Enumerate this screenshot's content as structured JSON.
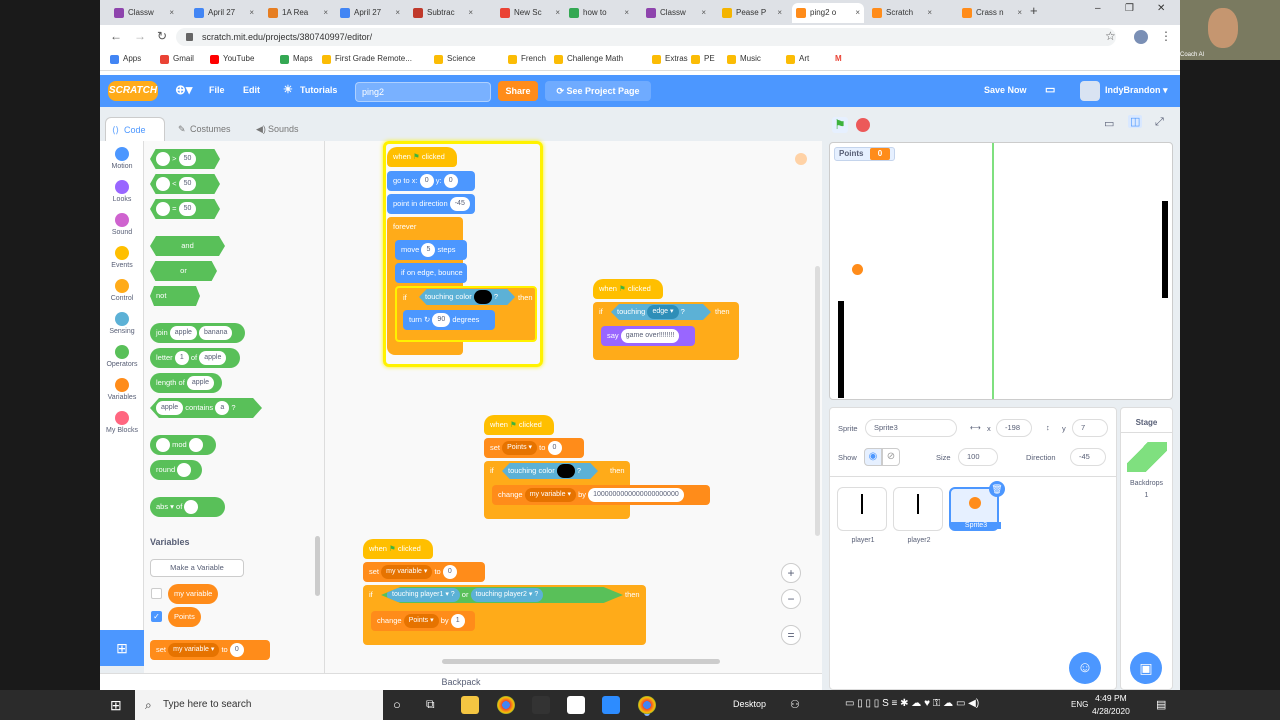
{
  "browser": {
    "tabs": [
      {
        "label": "Classw",
        "color": "#8e44ad"
      },
      {
        "label": "April 27",
        "color": "#4285f4"
      },
      {
        "label": "1A Rea",
        "color": "#e67e22"
      },
      {
        "label": "April 27",
        "color": "#4285f4"
      },
      {
        "label": "Subtrac",
        "color": "#c0392b"
      },
      {
        "label": "New Sc",
        "color": "#ea4335"
      },
      {
        "label": "how to",
        "color": "#34a853"
      },
      {
        "label": "Classw",
        "color": "#8e44ad"
      },
      {
        "label": "Pease P",
        "color": "#f4b400"
      },
      {
        "label": "ping2 o",
        "color": "#ff8c1a"
      },
      {
        "label": "Scratch",
        "color": "#ff8c1a"
      },
      {
        "label": "Crass n",
        "color": "#ff8c1a"
      }
    ],
    "url": "scratch.mit.edu/projects/380740997/editor/",
    "bookmarks": [
      {
        "label": "Apps",
        "color": "#4285f4"
      },
      {
        "label": "Gmail",
        "color": "#ea4335"
      },
      {
        "label": "YouTube",
        "color": "#ff0000"
      },
      {
        "label": "Maps",
        "color": "#34a853"
      },
      {
        "label": "First Grade Remote...",
        "color": "#fbbc05"
      },
      {
        "label": "Science",
        "color": "#fbbc05"
      },
      {
        "label": "French",
        "color": "#fbbc05"
      },
      {
        "label": "Challenge Math",
        "color": "#fbbc05"
      },
      {
        "label": "Extras",
        "color": "#fbbc05"
      },
      {
        "label": "PE",
        "color": "#fbbc05"
      },
      {
        "label": "Music",
        "color": "#fbbc05"
      },
      {
        "label": "Art",
        "color": "#fbbc05"
      }
    ]
  },
  "menubar": {
    "logo": "SCRATCH",
    "file": "File",
    "edit": "Edit",
    "tutorials": "Tutorials",
    "project_title": "ping2",
    "share": "Share",
    "see_project": "See Project Page",
    "save_now": "Save Now",
    "username": "IndyBrandon"
  },
  "editor_tabs": {
    "code": "Code",
    "costumes": "Costumes",
    "sounds": "Sounds"
  },
  "categories": [
    {
      "label": "Motion",
      "color": "#4c97ff"
    },
    {
      "label": "Looks",
      "color": "#9966ff"
    },
    {
      "label": "Sound",
      "color": "#cf63cf"
    },
    {
      "label": "Events",
      "color": "#ffbf00"
    },
    {
      "label": "Control",
      "color": "#ffab19"
    },
    {
      "label": "Sensing",
      "color": "#5cb1d6"
    },
    {
      "label": "Operators",
      "color": "#59c059"
    },
    {
      "label": "Variables",
      "color": "#ff8c1a"
    },
    {
      "label": "My Blocks",
      "color": "#ff6680"
    }
  ],
  "palette": {
    "gt": ">",
    "lt": "<",
    "eq": "=",
    "val50": "50",
    "and": "and",
    "or": "or",
    "not": "not",
    "join": "join",
    "apple": "apple",
    "banana": "banana",
    "letter": "letter",
    "one": "1",
    "of": "of",
    "length_of": "length of",
    "contains": "contains",
    "a": "a",
    "mod": "mod",
    "round": "round",
    "abs": "abs",
    "variables_heading": "Variables",
    "make_variable": "Make a Variable",
    "my_variable": "my variable",
    "points": "Points",
    "set": "set",
    "to": "to",
    "zero": "0"
  },
  "scripts": {
    "when": "when",
    "clicked": "clicked",
    "goto": "go to x:",
    "x0": "0",
    "y_lbl": "y:",
    "y0": "0",
    "point_dir": "point in direction",
    "dir_val": "-45",
    "forever": "forever",
    "move": "move",
    "steps_val": "5",
    "steps": "steps",
    "bounce": "if on edge, bounce",
    "if": "if",
    "touching_color": "touching color",
    "q": "?",
    "then": "then",
    "turn": "turn",
    "turn_val": "90",
    "degrees": "degrees",
    "touching": "touching",
    "edge": "edge",
    "say": "say",
    "say_text": "game over!!!!!!!!",
    "set": "set",
    "points": "Points",
    "to": "to",
    "zero": "0",
    "change": "change",
    "my_variable": "my variable",
    "by": "by",
    "big_num": "1000000000000000000000",
    "player1": "player1",
    "player2": "player2",
    "or": "or",
    "one": "1"
  },
  "stage": {
    "var_label": "Points",
    "var_value": "0"
  },
  "sprite_info": {
    "sprite_label": "Sprite",
    "sprite_name": "Sprite3",
    "x_label": "x",
    "x_val": "-198",
    "y_label": "y",
    "y_val": "7",
    "show_label": "Show",
    "size_label": "Size",
    "size_val": "100",
    "direction_label": "Direction",
    "direction_val": "-45",
    "sprites": [
      "player1",
      "player2",
      "Sprite3"
    ]
  },
  "stage_pane": {
    "title": "Stage",
    "backdrops_label": "Backdrops",
    "backdrops_count": "1"
  },
  "backpack": "Backpack",
  "taskbar": {
    "search_placeholder": "Type here to search",
    "desktop": "Desktop",
    "lang": "ENG",
    "time": "4:49 PM",
    "date": "4/28/2020"
  },
  "webcam": {
    "label": "Coach Al"
  }
}
